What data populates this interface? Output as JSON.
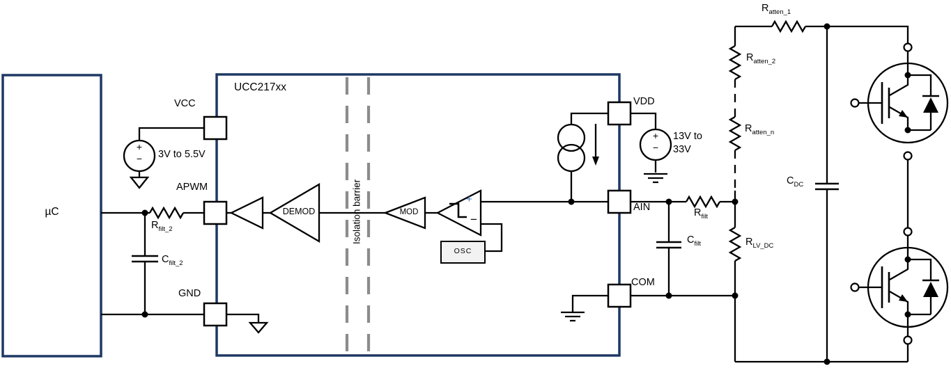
{
  "diagram": {
    "chip_title": "UCC217xx",
    "uc_label": "µC",
    "isolation_label": "Isolation barrier",
    "pins": {
      "vcc": "VCC",
      "apwm": "APWM",
      "gnd": "GND",
      "vdd": "VDD",
      "ain": "AIN",
      "com": "COM"
    },
    "sources": {
      "vcc_range": "3V to 5.5V",
      "vdd_range_line1": "13V to",
      "vdd_range_line2": "33V"
    },
    "blocks": {
      "demod": "DEMOD",
      "mod": "MOD",
      "osc": "OSC"
    },
    "symbols": {
      "plus": "+",
      "minus": "−"
    },
    "refdes": {
      "r_filt_2": {
        "base": "R",
        "sub": "filt_2"
      },
      "c_filt_2": {
        "base": "C",
        "sub": "filt_2"
      },
      "r_filt": {
        "base": "R",
        "sub": "filt"
      },
      "c_filt": {
        "base": "C",
        "sub": "filt"
      },
      "r_atten_1": {
        "base": "R",
        "sub": "atten_1"
      },
      "r_atten_2": {
        "base": "R",
        "sub": "atten_2"
      },
      "r_atten_n": {
        "base": "R",
        "sub": "atten_n"
      },
      "r_lv_dc": {
        "base": "R",
        "sub": "LV_DC"
      },
      "c_dc": {
        "base": "C",
        "sub": "DC"
      }
    },
    "colors": {
      "block_border": "#1F3864",
      "wire": "#000000",
      "isolation_barrier": "#8C8C8C",
      "osc_fill": "#F2F2F2",
      "comparator_plus": "#4472C4"
    }
  }
}
